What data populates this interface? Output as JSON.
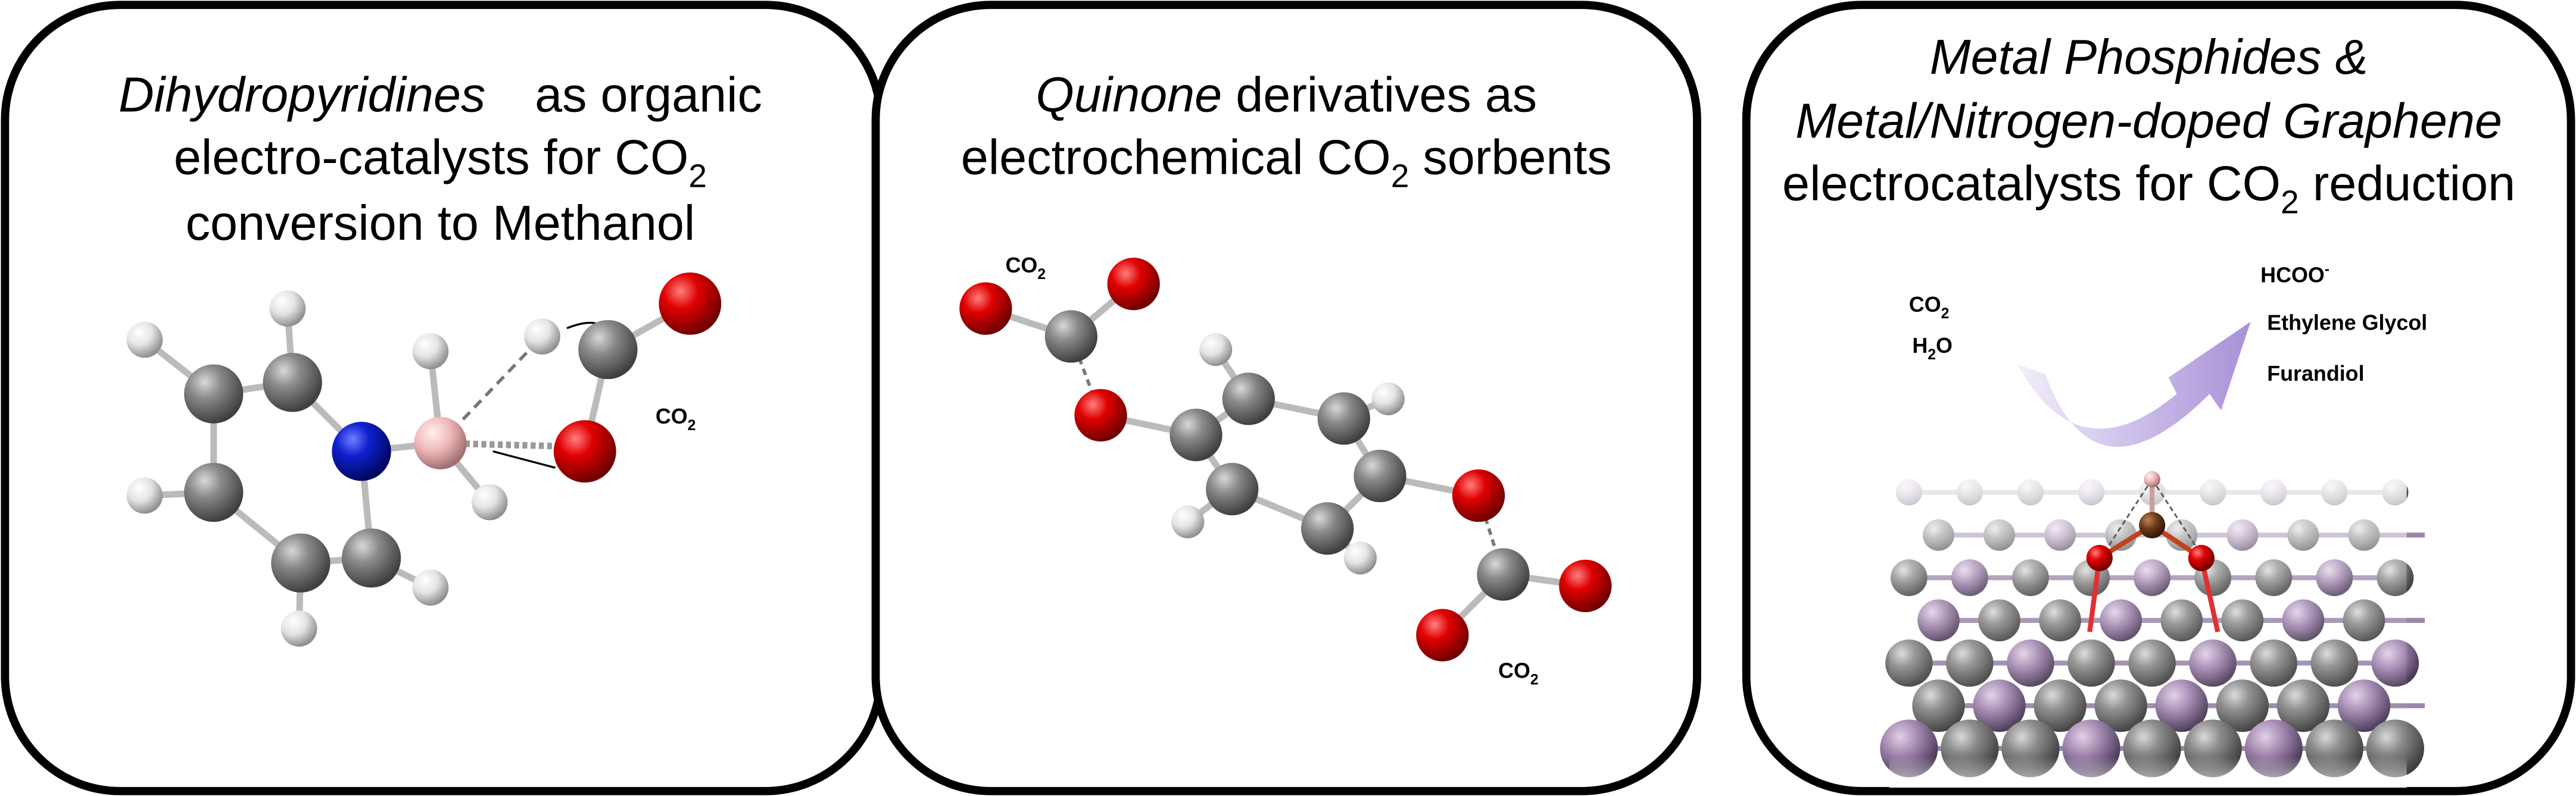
{
  "panels": [
    {
      "title_line1_italic": "Dihydropyridines",
      "title_line1_rest": "as organic",
      "title_line2": "electro-catalysts for CO",
      "title_line2_sub": "2",
      "title_line3": "conversion to Methanol",
      "label_co2": "CO",
      "label_co2_sub": "2"
    },
    {
      "title_line1_italic": "Quinone",
      "title_line1_rest": " derivatives as",
      "title_line2": "electrochemical CO",
      "title_line2_sub": "2",
      "title_line2_rest": " sorbents",
      "label_co2": "CO",
      "label_co2_sub": "2"
    },
    {
      "title_line1_italic": "Metal Phosphides &",
      "title_line2_italic": "Metal/Nitrogen-doped Graphene",
      "title_line3": "electrocatalysts for CO",
      "title_line3_sub": "2",
      "title_line3_rest": " reduction",
      "reactant_co2": "CO",
      "reactant_co2_sub": "2",
      "reactant_h2o_h": "H",
      "reactant_h2o_sub": "2",
      "reactant_h2o_o": "O",
      "product_formate": "HCOO",
      "product_formate_sup": "-",
      "product_2": "Ethylene Glycol",
      "product_3": "Furandiol"
    }
  ],
  "colors": {
    "oxygen": "#e00000",
    "carbon": "#8a8a8a",
    "hydrogen": "#e8e8e8",
    "nitrogen": "#1020d0",
    "boron": "#f0b8b8",
    "arrow": "#b8a6dc"
  }
}
